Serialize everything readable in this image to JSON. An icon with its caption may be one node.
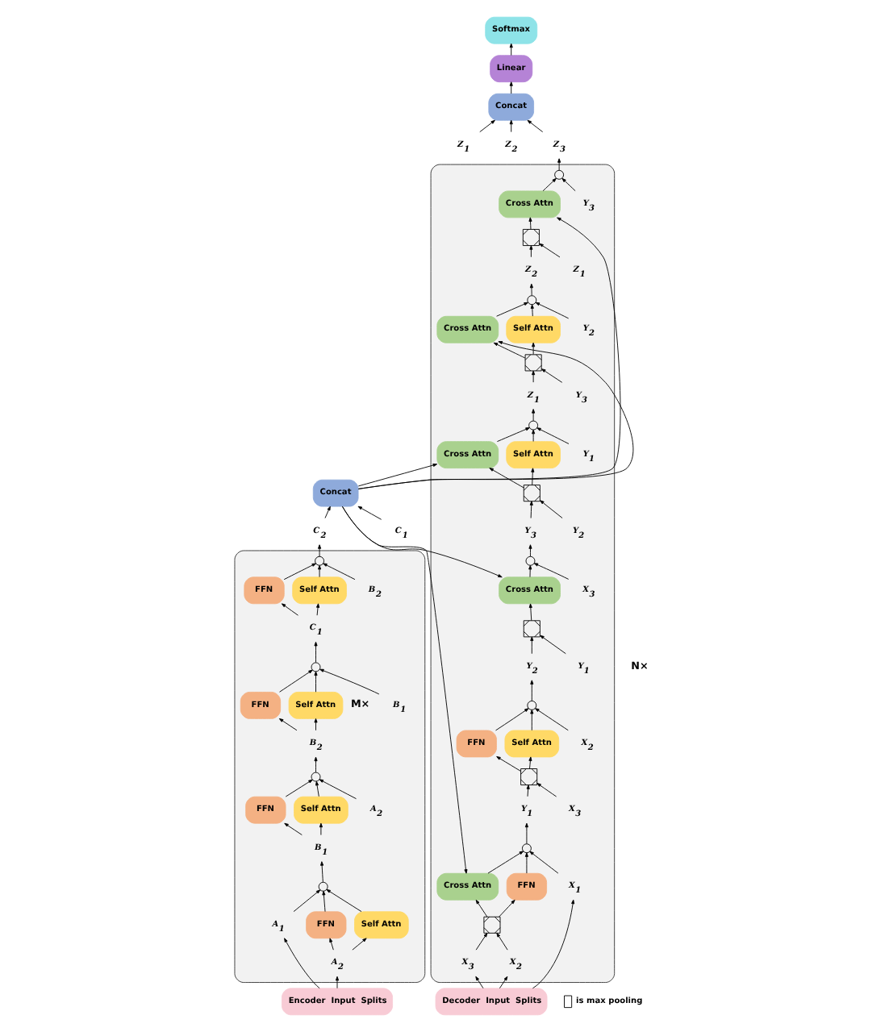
{
  "diagram": {
    "nodes": [
      {
        "text": [
          "Softmax"
        ]
      },
      {
        "text": [
          "Linear"
        ]
      },
      {
        "text": [
          "Concat"
        ]
      },
      {
        "text": [
          "Z$_{1}$"
        ]
      },
      {
        "text": [
          "Z$_{2}$"
        ]
      },
      {
        "text": [
          "Z$_{3}$"
        ]
      },
      {
        "text": [
          "Concat"
        ]
      },
      {
        "text": [
          "C$_{1}$"
        ]
      },
      {
        "text": [
          "C$_{2}$"
        ]
      },
      {
        "text": [],
        "shape": "box",
        "beside": [
          "M×"
        ]
      },
      {
        "text": [],
        "shape": "circle",
        "in": 9
      },
      {
        "text": [
          "FFN"
        ],
        "in": 9
      },
      {
        "text": [
          "Self Attn"
        ],
        "in": 9
      },
      {
        "text": [
          "B$_{2}$"
        ],
        "in": 9
      },
      {
        "text": [
          "C$_{1}$"
        ],
        "in": 9
      },
      {
        "text": [],
        "shape": "circle",
        "in": 9
      },
      {
        "text": [
          "FFN"
        ],
        "in": 9
      },
      {
        "text": [
          "Self Attn"
        ],
        "in": 9
      },
      {
        "text": [
          "B$_{1}$"
        ],
        "in": 9
      },
      {
        "text": [
          "B$_{2}$"
        ],
        "in": 9
      },
      {
        "text": [],
        "shape": "circle",
        "in": 9
      },
      {
        "text": [
          "FFN"
        ],
        "in": 9
      },
      {
        "text": [
          "Self Attn"
        ],
        "in": 9
      },
      {
        "text": [
          "A$_{2}$"
        ],
        "in": 9
      },
      {
        "text": [
          "B$_{1}$"
        ],
        "in": 9
      },
      {
        "text": [],
        "shape": "circle",
        "in": 9
      },
      {
        "text": [
          "FFN"
        ],
        "in": 9
      },
      {
        "text": [
          "Self Attn"
        ],
        "in": 9
      },
      {
        "text": [
          "A$_{1}$"
        ],
        "in": 9
      },
      {
        "text": [
          "A$_{2}$"
        ],
        "in": 9
      },
      {
        "text": [
          "Encoder  Input  Splits"
        ]
      },
      {
        "text": [],
        "shape": "box",
        "beside": [
          "N×"
        ]
      },
      {
        "text": [],
        "shape": "circle",
        "in": 31
      },
      {
        "text": [
          "Cross Attn"
        ],
        "in": 31
      },
      {
        "text": [],
        "shape": "box",
        "in": 31
      },
      {
        "text": [
          "Y$_{3}$"
        ],
        "in": 31
      },
      {
        "text": [
          "Z$_{1}$"
        ],
        "in": 31
      },
      {
        "text": [
          "Z$_{2}$"
        ],
        "in": 31
      },
      {
        "text": [],
        "shape": "circle",
        "in": 31
      },
      {
        "text": [
          "Cross Attn"
        ],
        "in": 31
      },
      {
        "text": [
          "Self Attn"
        ],
        "in": 31
      },
      {
        "text": [],
        "shape": "box",
        "in": 31
      },
      {
        "text": [
          "Y$_{2}$"
        ],
        "in": 31
      },
      {
        "text": [
          "Y$_{3}$"
        ],
        "in": 31
      },
      {
        "text": [
          "Z$_{1}$"
        ],
        "in": 31
      },
      {
        "text": [],
        "shape": "circle",
        "in": 31
      },
      {
        "text": [
          "Cross Attn"
        ],
        "in": 31
      },
      {
        "text": [
          "Self Attn"
        ],
        "in": 31
      },
      {
        "text": [],
        "shape": "box",
        "in": 31
      },
      {
        "text": [
          "Y$_{1}$"
        ],
        "in": 31
      },
      {
        "text": [
          "Y$_{2}$"
        ],
        "in": 31
      },
      {
        "text": [
          "Y$_{3}$"
        ],
        "in": 31
      },
      {
        "text": [],
        "shape": "circle",
        "in": 31
      },
      {
        "text": [
          "Cross Attn"
        ],
        "in": 31
      },
      {
        "text": [],
        "shape": "box",
        "in": 31
      },
      {
        "text": [
          "X$_{3}$"
        ],
        "in": 31
      },
      {
        "text": [
          "Y$_{1}$"
        ],
        "in": 31
      },
      {
        "text": [
          "Y$_{2}$"
        ],
        "in": 31
      },
      {
        "text": [],
        "shape": "circle",
        "in": 31
      },
      {
        "text": [
          "FFN"
        ],
        "in": 31
      },
      {
        "text": [
          "Self Attn"
        ],
        "in": 31
      },
      {
        "text": [],
        "shape": "box",
        "in": 31
      },
      {
        "text": [
          "X$_{2}$"
        ],
        "in": 31
      },
      {
        "text": [
          "X$_{3}$"
        ],
        "in": 31
      },
      {
        "text": [
          "Y$_{1}$"
        ],
        "in": 31
      },
      {
        "text": [],
        "shape": "circle",
        "in": 31
      },
      {
        "text": [
          "Cross Attn"
        ],
        "in": 31
      },
      {
        "text": [
          "FFN"
        ],
        "in": 31
      },
      {
        "text": [],
        "shape": "box",
        "in": 31
      },
      {
        "text": [
          "X$_{1}$"
        ],
        "in": 31
      },
      {
        "text": [
          "X$_{2}$"
        ],
        "in": 31
      },
      {
        "text": [
          "X$_{3}$"
        ],
        "in": 31
      },
      {
        "text": [
          "Decoder  Input  Splits"
        ]
      }
    ],
    "edges": [
      {
        "from": 3,
        "to": 2,
        "arrow": "to"
      },
      {
        "from": 4,
        "to": 2,
        "arrow": "to"
      },
      {
        "from": 5,
        "to": 2,
        "arrow": "to"
      },
      {
        "from": 2,
        "to": 1,
        "arrow": "to"
      },
      {
        "from": 1,
        "to": 0,
        "arrow": "to"
      },
      {
        "from": 7,
        "to": 6,
        "arrow": "to"
      },
      {
        "from": 8,
        "to": 6,
        "arrow": "to"
      },
      {
        "from": 14,
        "to": 11,
        "arrow": "to"
      },
      {
        "from": 14,
        "to": 12,
        "arrow": "to"
      },
      {
        "from": 11,
        "to": 10,
        "arrow": "to"
      },
      {
        "from": 12,
        "to": 10,
        "arrow": "to"
      },
      {
        "from": 13,
        "to": 10,
        "arrow": "to"
      },
      {
        "from": 10,
        "to": 8,
        "arrow": "to"
      },
      {
        "from": 19,
        "to": 16,
        "arrow": "to"
      },
      {
        "from": 19,
        "to": 17,
        "arrow": "to"
      },
      {
        "from": 16,
        "to": 15,
        "arrow": "to"
      },
      {
        "from": 17,
        "to": 15,
        "arrow": "to"
      },
      {
        "from": 18,
        "to": 15,
        "arrow": "to"
      },
      {
        "from": 15,
        "to": 14,
        "arrow": "to"
      },
      {
        "from": 24,
        "to": 21,
        "arrow": "to"
      },
      {
        "from": 24,
        "to": 22,
        "arrow": "to"
      },
      {
        "from": 21,
        "to": 20,
        "arrow": "to"
      },
      {
        "from": 22,
        "to": 20,
        "arrow": "to"
      },
      {
        "from": 23,
        "to": 20,
        "arrow": "to"
      },
      {
        "from": 20,
        "to": 19,
        "arrow": "to"
      },
      {
        "from": 29,
        "to": 26,
        "arrow": "to"
      },
      {
        "from": 29,
        "to": 27,
        "arrow": "to"
      },
      {
        "from": 26,
        "to": 25,
        "arrow": "to"
      },
      {
        "from": 27,
        "to": 25,
        "arrow": "to"
      },
      {
        "from": 28,
        "to": 25,
        "arrow": "to"
      },
      {
        "from": 25,
        "to": 24,
        "arrow": "to"
      },
      {
        "from": 30,
        "to": 28,
        "arrow": "to"
      },
      {
        "from": 30,
        "to": 29,
        "arrow": "to"
      },
      {
        "from": 6,
        "to": 33,
        "arrow": "to"
      },
      {
        "from": 6,
        "to": 39,
        "arrow": "to"
      },
      {
        "from": 6,
        "to": 46,
        "arrow": "to"
      },
      {
        "from": 6,
        "to": 53,
        "arrow": "to"
      },
      {
        "from": 6,
        "to": 66,
        "arrow": "to"
      },
      {
        "from": 36,
        "to": 34,
        "arrow": "to"
      },
      {
        "from": 37,
        "to": 34,
        "arrow": "to"
      },
      {
        "from": 34,
        "to": 33,
        "arrow": "to"
      },
      {
        "from": 33,
        "to": 32,
        "arrow": "to"
      },
      {
        "from": 35,
        "to": 32,
        "arrow": "to"
      },
      {
        "from": 32,
        "to": 5,
        "arrow": "to"
      },
      {
        "from": 43,
        "to": 41,
        "arrow": "to"
      },
      {
        "from": 44,
        "to": 41,
        "arrow": "to"
      },
      {
        "from": 41,
        "to": 39,
        "arrow": "to"
      },
      {
        "from": 41,
        "to": 40,
        "arrow": "to"
      },
      {
        "from": 39,
        "to": 38,
        "arrow": "to"
      },
      {
        "from": 40,
        "to": 38,
        "arrow": "to"
      },
      {
        "from": 42,
        "to": 38,
        "arrow": "to"
      },
      {
        "from": 38,
        "to": 37,
        "arrow": "to"
      },
      {
        "from": 50,
        "to": 48,
        "arrow": "to"
      },
      {
        "from": 51,
        "to": 48,
        "arrow": "to"
      },
      {
        "from": 48,
        "to": 46,
        "arrow": "to"
      },
      {
        "from": 48,
        "to": 47,
        "arrow": "to"
      },
      {
        "from": 46,
        "to": 45,
        "arrow": "to"
      },
      {
        "from": 47,
        "to": 45,
        "arrow": "to"
      },
      {
        "from": 49,
        "to": 45,
        "arrow": "to"
      },
      {
        "from": 45,
        "to": 44,
        "arrow": "to"
      },
      {
        "from": 56,
        "to": 54,
        "arrow": "to"
      },
      {
        "from": 57,
        "to": 54,
        "arrow": "to"
      },
      {
        "from": 54,
        "to": 53,
        "arrow": "to"
      },
      {
        "from": 53,
        "to": 52,
        "arrow": "to"
      },
      {
        "from": 55,
        "to": 52,
        "arrow": "to"
      },
      {
        "from": 52,
        "to": 51,
        "arrow": "to"
      },
      {
        "from": 63,
        "to": 61,
        "arrow": "to"
      },
      {
        "from": 64,
        "to": 61,
        "arrow": "to"
      },
      {
        "from": 61,
        "to": 59,
        "arrow": "to"
      },
      {
        "from": 61,
        "to": 60,
        "arrow": "to"
      },
      {
        "from": 59,
        "to": 58,
        "arrow": "to"
      },
      {
        "from": 60,
        "to": 58,
        "arrow": "to"
      },
      {
        "from": 62,
        "to": 58,
        "arrow": "to"
      },
      {
        "from": 58,
        "to": 57,
        "arrow": "to"
      },
      {
        "from": 70,
        "to": 68,
        "arrow": "to"
      },
      {
        "from": 71,
        "to": 68,
        "arrow": "to"
      },
      {
        "from": 68,
        "to": 66,
        "arrow": "to"
      },
      {
        "from": 68,
        "to": 67,
        "arrow": "to"
      },
      {
        "from": 66,
        "to": 65,
        "arrow": "to"
      },
      {
        "from": 67,
        "to": 65,
        "arrow": "to"
      },
      {
        "from": 69,
        "to": 65,
        "arrow": "to"
      },
      {
        "from": 65,
        "to": 64,
        "arrow": "to"
      },
      {
        "from": 72,
        "to": 69,
        "arrow": "to"
      },
      {
        "from": 72,
        "to": 70,
        "arrow": "to"
      },
      {
        "from": 72,
        "to": 71,
        "arrow": "to"
      }
    ],
    "legend": [
      {
        "text": "is max pooling"
      }
    ]
  }
}
